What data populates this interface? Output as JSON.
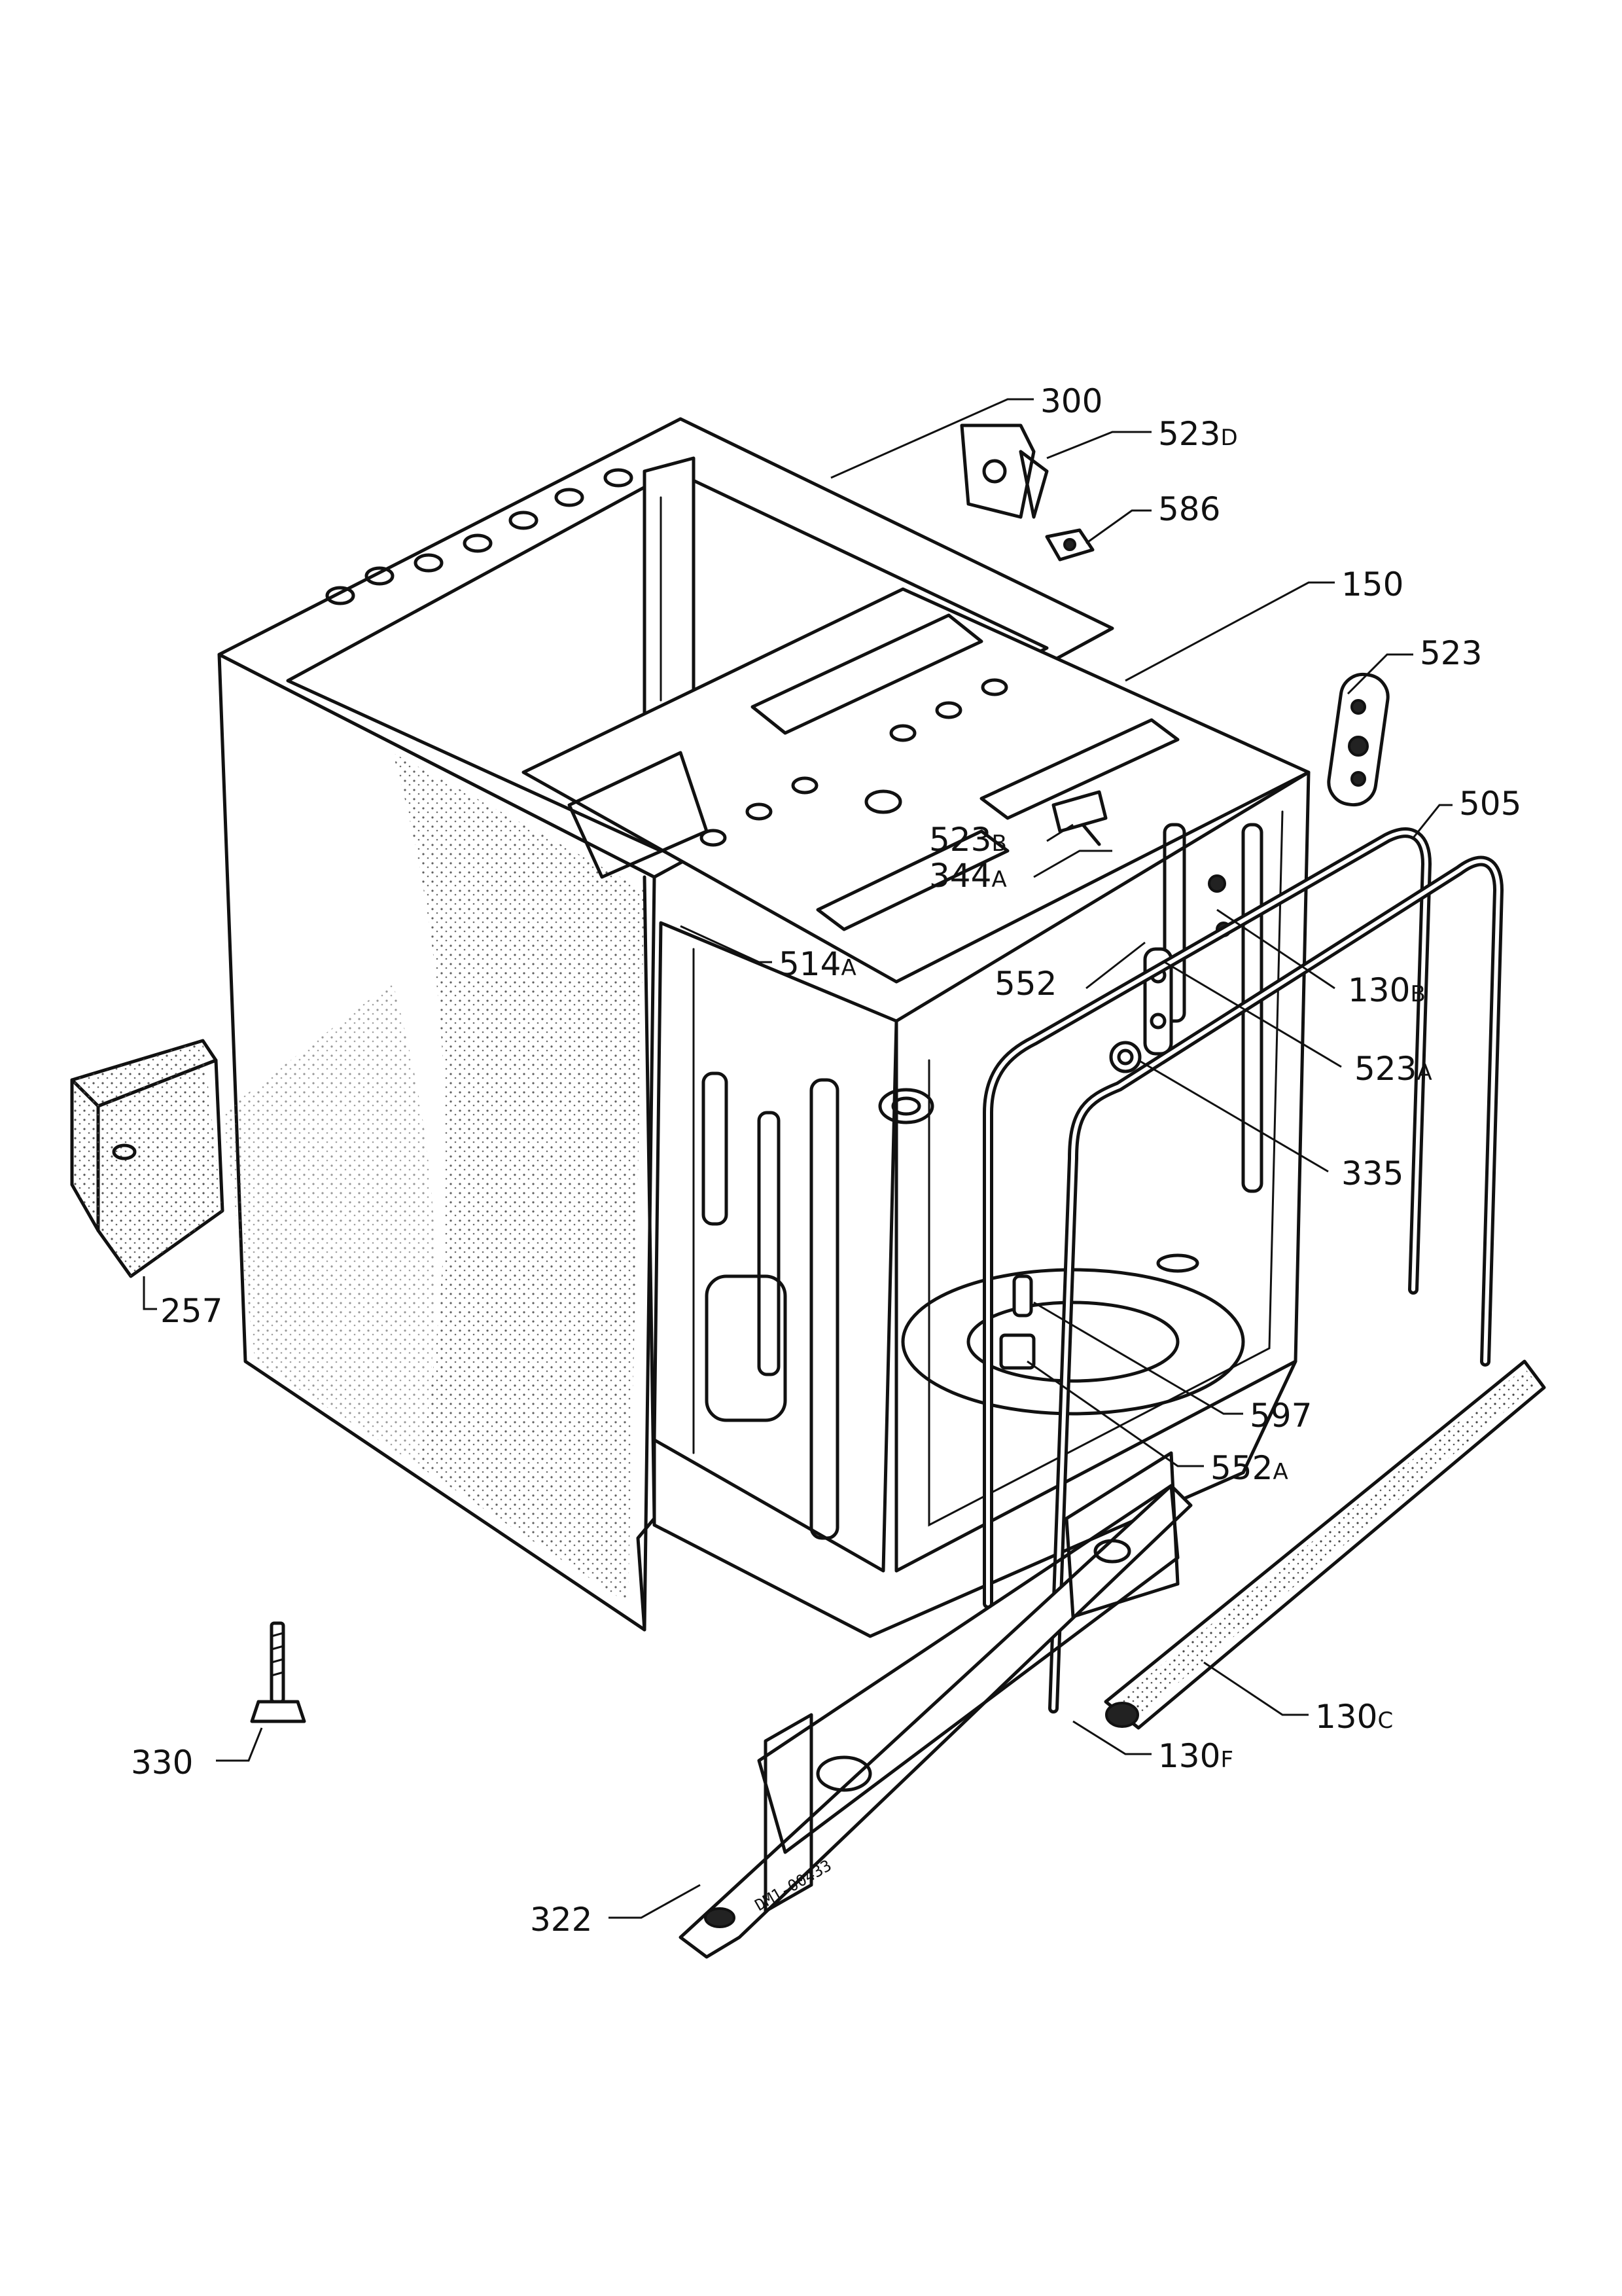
{
  "labels": {
    "l300": {
      "num": "300",
      "suf": ""
    },
    "l523d": {
      "num": "523",
      "suf": "D"
    },
    "l586": {
      "num": "586",
      "suf": ""
    },
    "l150": {
      "num": "150",
      "suf": ""
    },
    "l523": {
      "num": "523",
      "suf": ""
    },
    "l505": {
      "num": "505",
      "suf": ""
    },
    "l523b": {
      "num": "523",
      "suf": "B"
    },
    "l344a": {
      "num": "344",
      "suf": "A"
    },
    "l514a": {
      "num": "514",
      "suf": "A"
    },
    "l552": {
      "num": "552",
      "suf": ""
    },
    "l130b": {
      "num": "130",
      "suf": "B"
    },
    "l523a": {
      "num": "523",
      "suf": "A"
    },
    "l335": {
      "num": "335",
      "suf": ""
    },
    "l257": {
      "num": "257",
      "suf": ""
    },
    "l597": {
      "num": "597",
      "suf": ""
    },
    "l552a": {
      "num": "552",
      "suf": "A"
    },
    "l130c": {
      "num": "130",
      "suf": "C"
    },
    "l130f": {
      "num": "130",
      "suf": "F"
    },
    "l330": {
      "num": "330",
      "suf": ""
    },
    "l322": {
      "num": "322",
      "suf": ""
    }
  },
  "drawing_ref": "DM1-00433"
}
